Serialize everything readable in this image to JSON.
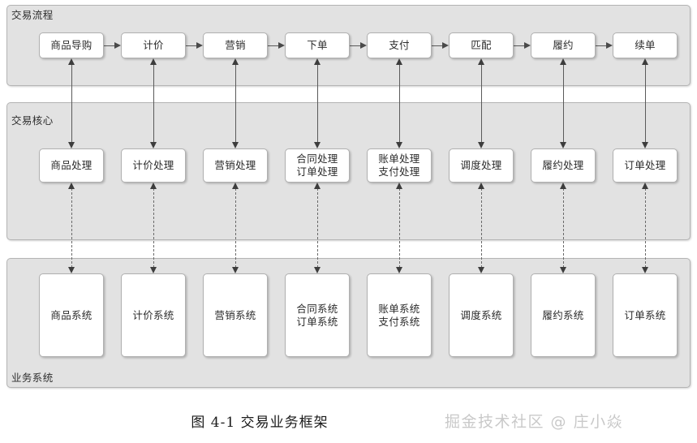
{
  "figure": {
    "caption": "图 4-1  交易业务框架",
    "watermark": "掘金技术社区 @ 庄小焱"
  },
  "layers": [
    {
      "id": "flow",
      "label": "交易流程",
      "nodes": [
        {
          "label": "商品导购"
        },
        {
          "label": "计价"
        },
        {
          "label": "营销"
        },
        {
          "label": "下单"
        },
        {
          "label": "支付"
        },
        {
          "label": "匹配"
        },
        {
          "label": "履约"
        },
        {
          "label": "续单"
        }
      ]
    },
    {
      "id": "core",
      "label": "交易核心",
      "nodes": [
        {
          "label": "商品处理"
        },
        {
          "label": "计价处理"
        },
        {
          "label": "营销处理"
        },
        {
          "label": "合同处理\n订单处理"
        },
        {
          "label": "账单处理\n支付处理"
        },
        {
          "label": "调度处理"
        },
        {
          "label": "履约处理"
        },
        {
          "label": "订单处理"
        }
      ]
    },
    {
      "id": "system",
      "label": "业务系统",
      "nodes": [
        {
          "label": "商品系统"
        },
        {
          "label": "计价系统"
        },
        {
          "label": "营销系统"
        },
        {
          "label": "合同系统\n订单系统"
        },
        {
          "label": "账单系统\n支付系统"
        },
        {
          "label": "调度系统"
        },
        {
          "label": "履约系统"
        },
        {
          "label": "订单系统"
        }
      ]
    }
  ],
  "colors": {
    "panel_fill": "#e2e2e2",
    "panel_border": "#b4b4b4",
    "node_fill": "#ffffff",
    "node_border": "#b0b0b0",
    "connector": "#4a4a4a",
    "watermark": "#c9c9c9",
    "page_background": "#ffffff"
  }
}
